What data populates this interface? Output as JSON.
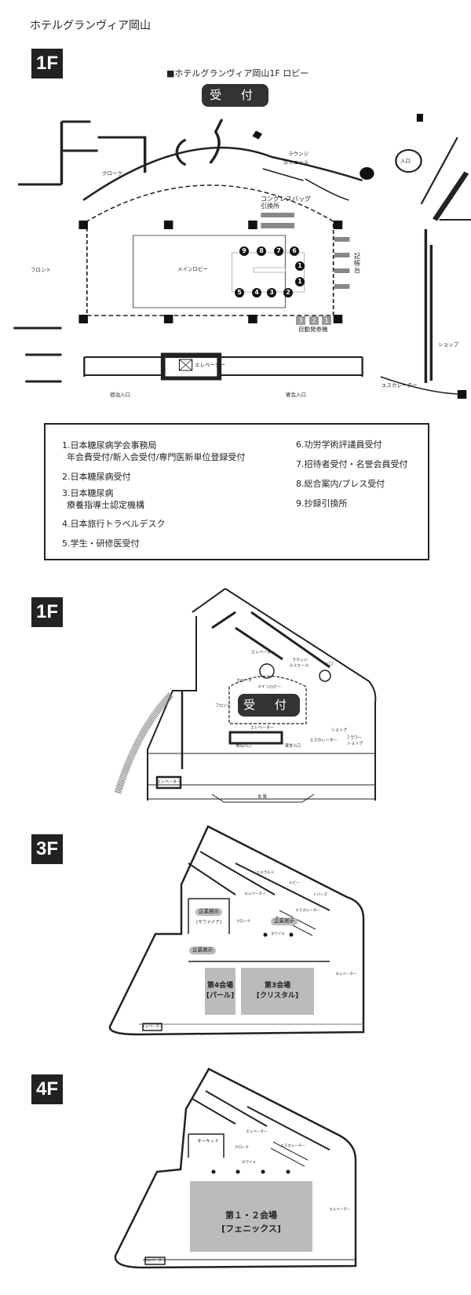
{
  "page_title": "ホテルグランヴィア岡山",
  "floors": {
    "f1_detail": {
      "badge": "1F",
      "caption": "■ホテルグランヴィア岡山1F ロビー",
      "reception": "受 付",
      "labels": {
        "cloak": "クローク",
        "lounge": "ラウンジ\nルミエール",
        "lounge_1": "ラウンジ",
        "lounge_2": "ルミエール",
        "entrance": "入口",
        "congress_bag_1": "コングレスバッグ",
        "congress_bag_2": "引換所",
        "main_lobby": "メインロビー",
        "front": "フロント",
        "writing_desk": "記帳台",
        "ticket_machine": "自動発券機",
        "shop": "ショップ",
        "elevator": "エレベーター",
        "escalator": "エスカレーター",
        "lodging_entrance": "宿泊入口",
        "banquet_entrance": "宴会入口"
      },
      "booth_numbers": {
        "top": [
          "9",
          "8",
          "7",
          "6"
        ],
        "right": [
          "1",
          "1"
        ],
        "bottom": [
          "5",
          "4",
          "3",
          "2"
        ]
      },
      "ticket_machines": [
        "3",
        "2",
        "1"
      ]
    },
    "legend": {
      "left": [
        {
          "line1": "1.日本糖尿病学会事務局",
          "line2": "年会費受付/新入会受付/専門医新単位登録受付"
        },
        {
          "line1": "2.日本糖尿病受付"
        },
        {
          "line1": "3.日本糖尿病",
          "line2": "療養指導士認定機構"
        },
        {
          "line1": "4.日本旅行トラベルデスク"
        },
        {
          "line1": "5.学生・研修医受付"
        }
      ],
      "right": [
        "6.功労学術評議員受付",
        "7.招待者受付・名誉会員受付",
        "8.総合案内/プレス受付",
        "9.抄録引換所"
      ]
    },
    "f1_overview": {
      "badge": "1F",
      "reception": "受 付",
      "labels": {
        "elevator": "エレベーター",
        "lounge_1": "ラウンジ",
        "lounge_2": "ルミエール",
        "entrance": "入口",
        "cloak": "クローク",
        "main_lobby": "メインロビー",
        "front": "フロント",
        "elevator2": "エレベーター",
        "shop": "ショップ",
        "lodging_entrance": "宿泊入口",
        "banquet_entrance": "宴会入口",
        "escalator": "エスカレーター",
        "flower_shop_1": "フラワー",
        "flower_shop_2": "ショップ",
        "elevator3": "エレベーター",
        "ramp": "坂 路"
      }
    },
    "f3": {
      "badge": "3F",
      "labels": {
        "emerald": "エメラルド",
        "ruby": "ルビー",
        "topaz": "トパーズ",
        "elevator": "エレベーター",
        "escalator": "エスカレーター",
        "cloak": "クローク",
        "foyer": "ホワイエ",
        "sapphire": "[サファイア]",
        "elevator2": "エレベーター",
        "elevator3": "エレベーター"
      },
      "exhibits": [
        "企業展示",
        "企業展示",
        "企業展示"
      ],
      "halls": [
        {
          "name": "第4会場",
          "sub": "[パール]"
        },
        {
          "name": "第3会場",
          "sub": "[クリスタル]"
        }
      ]
    },
    "f4": {
      "badge": "4F",
      "labels": {
        "orchid": "オーキッド",
        "cloak": "クローク",
        "escalator": "エスカレーター",
        "foyer": "ホワイエ",
        "elevator": "エレベーター",
        "elevator2": "エレベーター",
        "elevator3": "エレベーター"
      },
      "hall": {
        "name": "第１・２会場",
        "sub": "[フェニックス]"
      }
    }
  }
}
